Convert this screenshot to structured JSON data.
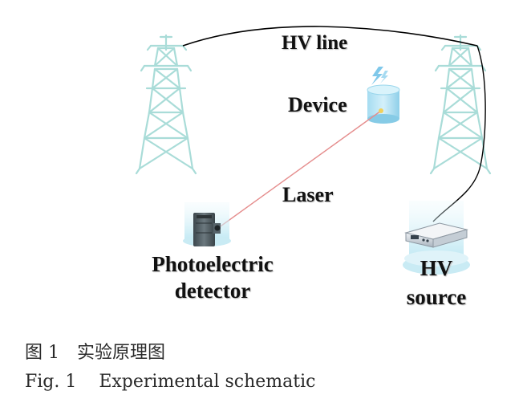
{
  "labels": {
    "hv_line": "HV line",
    "device": "Device",
    "laser": "Laser",
    "detector_line1": "Photoelectric",
    "detector_line2": "detector",
    "source_line1": "HV",
    "source_line2": "source"
  },
  "caption": {
    "cn": "图 1　实验原理图",
    "en": "Fig. 1    Experimental schematic"
  },
  "colors": {
    "tower": "#a9dcd8",
    "laser": "#e58d8d",
    "wire": "#000000",
    "platform": "#c9ebf4"
  }
}
